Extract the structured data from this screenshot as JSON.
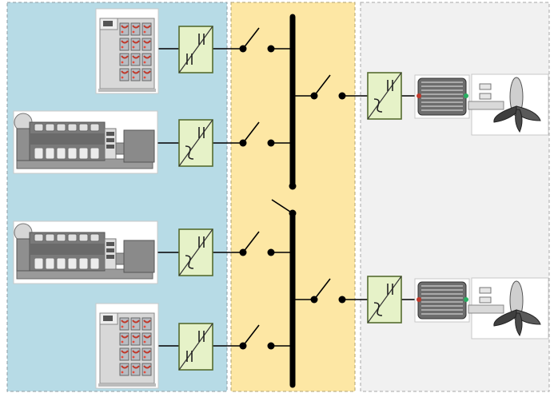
{
  "zones": [
    {
      "name": "sources",
      "color": "#b7dbe6"
    },
    {
      "name": "switchboard",
      "color": "#fde7a4"
    },
    {
      "name": "propulsion",
      "color": "#f1f1f1"
    }
  ],
  "sources": [
    {
      "kind": "battery",
      "converter": "dc-dc"
    },
    {
      "kind": "diesel-generator",
      "converter": "ac-dc"
    },
    {
      "kind": "diesel-generator",
      "converter": "ac-dc"
    },
    {
      "kind": "battery",
      "converter": "dc-dc"
    }
  ],
  "buses": [
    {
      "name": "dc-bus-upper",
      "state": "connected"
    },
    {
      "name": "dc-bus-lower",
      "state": "connected"
    }
  ],
  "bus_tie": {
    "state": "open"
  },
  "loads": [
    {
      "kind": "motor-propeller",
      "converter": "dc-ac"
    },
    {
      "kind": "motor-propeller",
      "converter": "dc-ac"
    }
  ],
  "colors": {
    "converter_fill": "#e6f2c8",
    "converter_stroke": "#556b2f",
    "bus": "#000000",
    "motor_dot_red": "#c0392b",
    "motor_dot_green": "#27ae60"
  }
}
